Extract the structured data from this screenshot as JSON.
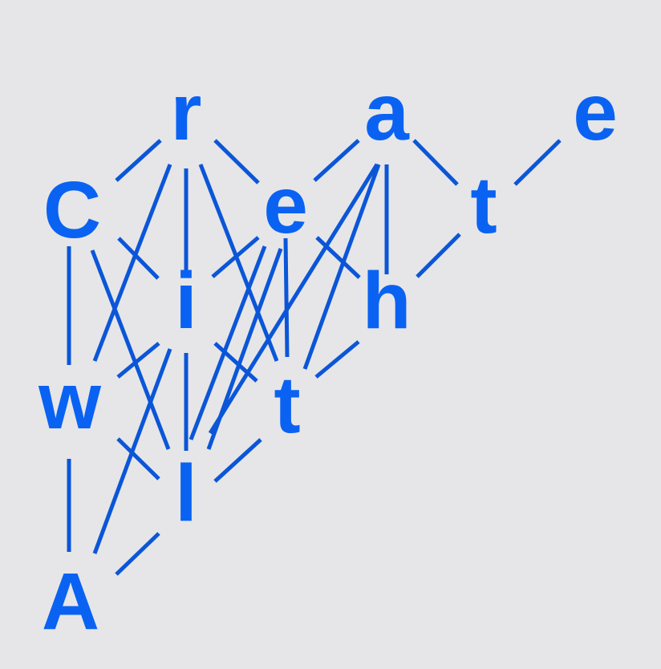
{
  "letters": {
    "c": "C",
    "r": "r",
    "a": "a",
    "e_top": "e",
    "e_mid": "e",
    "t_right": "t",
    "i": "i",
    "h": "h",
    "w": "w",
    "t_mid": "t",
    "l": "l",
    "A": "A"
  },
  "colors": {
    "background": "#e6e6e8",
    "letter": "#0a62f2",
    "edge": "#0b56d8"
  }
}
